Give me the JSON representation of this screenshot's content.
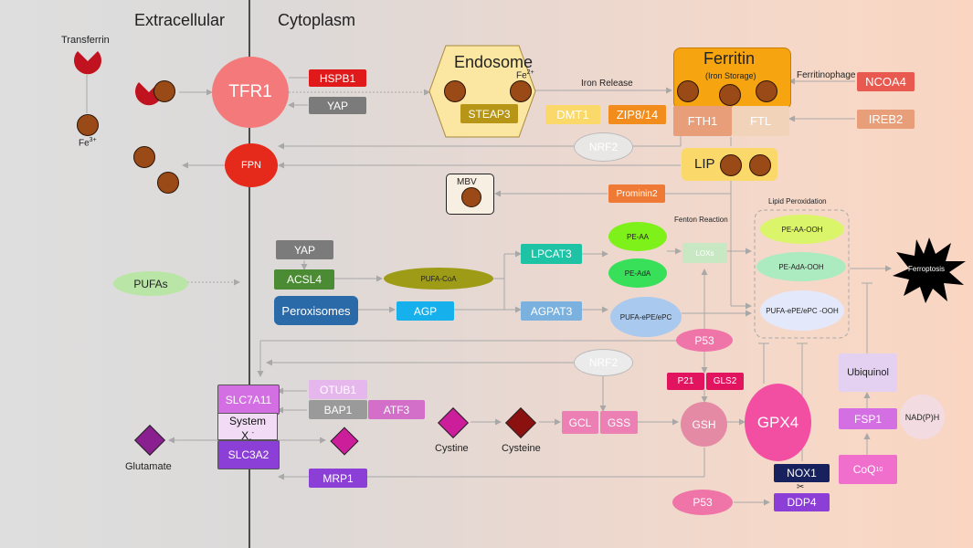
{
  "regions": {
    "extracellular": "Extracellular",
    "cytoplasm": "Cytoplasm"
  },
  "iron": {
    "transferrin": "Transferrin",
    "fe3": "Fe",
    "fe3_sup": "3+",
    "fe2": "Fe",
    "fe2_sup": "2+"
  },
  "proteins": {
    "tfr1": "TFR1",
    "hspb1": "HSPB1",
    "yap1": "YAP",
    "yap2": "YAP",
    "fpn": "FPN",
    "endosome": "Endosome",
    "steap3": "STEAP3",
    "iron_release": "Iron Release",
    "ferritin": "Ferritin",
    "ferritin_sub": "(Iron Storage)",
    "ferritinophage": "Ferritinophage",
    "ncoa4": "NCOA4",
    "ireb2": "IREB2",
    "dmt1": "DMT1",
    "zip": "ZIP8/14",
    "fth1": "FTH1",
    "ftl": "FTL",
    "nrf2_1": "NRF2",
    "nrf2_2": "NRF2",
    "lip": "LIP",
    "mbv": "MBV",
    "prominin2": "Prominin2"
  },
  "lipids": {
    "pufas": "PUFAs",
    "acsl4": "ACSL4",
    "pufa_coa": "PUFA-CoA",
    "peroxisomes": "Peroxisomes",
    "agp": "AGP",
    "lpcat3": "LPCAT3",
    "agpat3": "AGPAT3",
    "pe_aa": "PE-AA",
    "pe_adA": "PE-AdA",
    "pufa_epe": "PUFA-ePE/ePC",
    "fenton": "Fenton Reaction",
    "loxs": "LOXs",
    "lipid_perox": "Lipid Peroxidation",
    "pe_aa_ooh": "PE-AA-OOH",
    "pe_ada_ooh": "PE-AdA-OOH",
    "pufa_epe_ooh": "PUFA-ePE/ePC -OOH",
    "ferroptosis": "Ferroptosis"
  },
  "antioxidant": {
    "slc7a11": "SLC7A11",
    "system": "System",
    "xc": "X",
    "xc_sub": "c",
    "xc_sup": "-",
    "slc3a2": "SLC3A2",
    "otub1": "OTUB1",
    "bap1": "BAP1",
    "atf3": "ATF3",
    "glutamate": "Glutamate",
    "mrp1": "MRP1",
    "cystine": "Cystine",
    "cysteine": "Cysteine",
    "gcl": "GCL",
    "gss": "GSS",
    "gsh": "GSH",
    "gpx4": "GPX4",
    "p53_1": "P53",
    "p53_2": "P53",
    "p21": "P21",
    "gls2": "GLS2",
    "nox1": "NOX1",
    "ddp4": "DDP4",
    "ubiquinol": "Ubiquinol",
    "fsp1": "FSP1",
    "nadph": "NAD(P)H",
    "coq": "CoQ",
    "coq_sub": "10"
  },
  "colors": {
    "tfr1": "#f4797a",
    "fpn": "#e52a1c",
    "hspb1": "#e01a1a",
    "ferritin": "#f7a411",
    "gpx4": "#f24fa3",
    "ncoa4": "#e85a4f",
    "slc7a11": "#d36ee3",
    "slc3a2": "#8c3fd6"
  }
}
